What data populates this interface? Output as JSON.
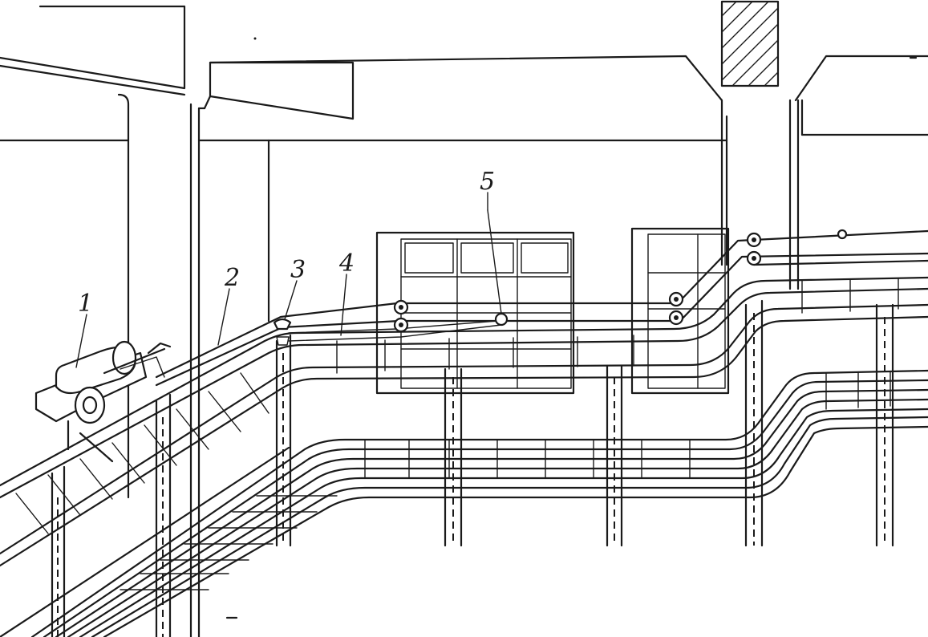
{
  "figure": {
    "callouts": [
      {
        "id": "1",
        "text": "1"
      },
      {
        "id": "2",
        "text": "2"
      },
      {
        "id": "3",
        "text": "3"
      },
      {
        "id": "4",
        "text": "4"
      },
      {
        "id": "5",
        "text": "5"
      }
    ],
    "line_color": "#1a1a1a",
    "background_color": "#ffffff"
  }
}
